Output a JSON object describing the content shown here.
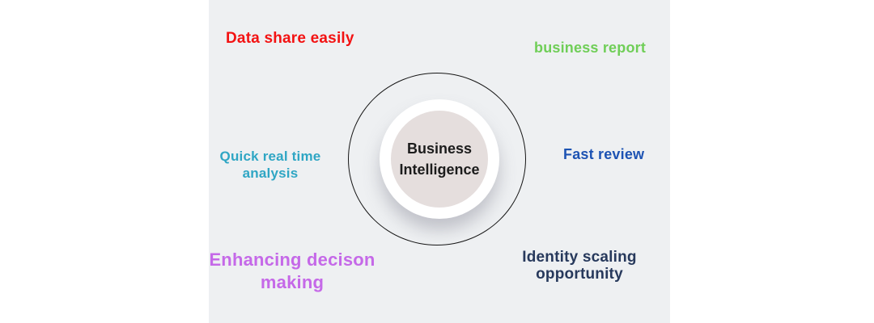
{
  "page": {
    "background_color": "#ffffff",
    "panel_color": "#eef0f2"
  },
  "diagram": {
    "center": {
      "title_line1": "Business",
      "title_line2": "Intelligence",
      "text_color": "#1c1c1c",
      "ring_fill": "#ffffff",
      "circle_fill": "#e5dedd",
      "outline_color": "#161616"
    },
    "labels": [
      {
        "id": "data-share-easily",
        "text": "Data share easily",
        "color": "#f31212"
      },
      {
        "id": "business-report",
        "text": "business report",
        "color": "#6fce57"
      },
      {
        "id": "quick-real-time-analysis",
        "text": "Quick real time analysis",
        "color": "#2fa6c4"
      },
      {
        "id": "fast-review",
        "text": "Fast review",
        "color": "#1d53b3"
      },
      {
        "id": "enhancing-decision-making",
        "text": "Enhancing decison making",
        "color": "#c569e8"
      },
      {
        "id": "identity-scaling-opportunity",
        "text": "Identity scaling opportunity",
        "color": "#27395c"
      }
    ]
  }
}
